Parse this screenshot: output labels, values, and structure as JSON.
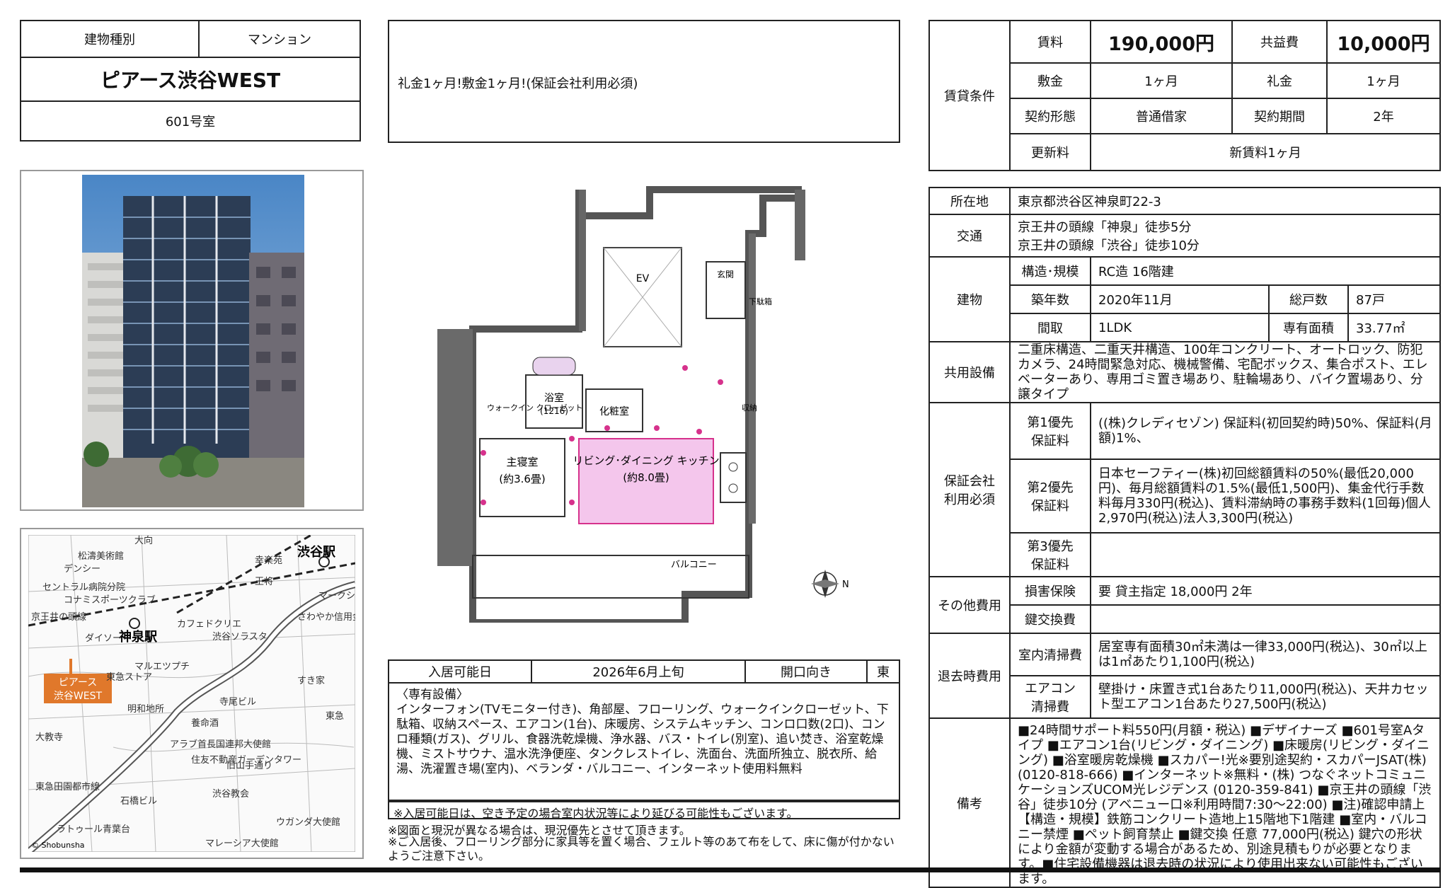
{
  "building": {
    "type_label": "建物種別",
    "type_value": "マンション",
    "name": "ピアース渋谷WEST",
    "room": "601号室"
  },
  "promo": "礼金1ヶ月!敷金1ヶ月!(保証会社利用必須)",
  "rent": {
    "section_label": "賃貸条件",
    "rent_label": "賃料",
    "rent_value": "190,000円",
    "common_label": "共益費",
    "common_value": "10,000円",
    "deposit_label": "敷金",
    "deposit_value": "1ヶ月",
    "key_label": "礼金",
    "key_value": "1ヶ月",
    "contract_type_label": "契約形態",
    "contract_type_value": "普通借家",
    "contract_period_label": "契約期間",
    "contract_period_value": "2年",
    "renewal_label": "更新料",
    "renewal_value": "新賃料1ヶ月"
  },
  "details": {
    "address_label": "所在地",
    "address_value": "東京都渋谷区神泉町22-3",
    "transport_label": "交通",
    "transport_line1": "京王井の頭線「神泉」徒歩5分",
    "transport_line2": "京王井の頭線「渋谷」徒歩10分",
    "building_label": "建物",
    "structure_label": "構造･規模",
    "structure_value": "RC造 16階建",
    "built_label": "築年数",
    "built_value": "2020年11月",
    "units_label": "総戸数",
    "units_value": "87戸",
    "layout_label": "間取",
    "layout_value": "1LDK",
    "area_label": "専有面積",
    "area_value": "33.77㎡",
    "shared_label": "共用設備",
    "shared_value": "二重床構造、二重天井構造、100年コンクリート、オートロック、防犯カメラ、24時間緊急対応、機械警備、宅配ボックス、集合ポスト、エレベーターあり、専用ゴミ置き場あり、駐輪場あり、バイク置場あり、分譲タイプ",
    "guarantee_label": "保証会社\n利用必須",
    "g1_label": "第1優先\n保証料",
    "g1_value": "((株)クレディセゾン) 保証料(初回契約時)50%、保証料(月額)1%、",
    "g2_label": "第2優先\n保証料",
    "g2_value": "日本セーフティー(株)初回総額賃料の50%(最低20,000円)、毎月総額賃料の1.5%(最低1,500円)、集金代行手数料毎月330円(税込)、賃料滞納時の事務手数料(1回毎)個人2,970円(税込)法人3,300円(税込)",
    "g3_label": "第3優先\n保証料",
    "g3_value": "",
    "other_label": "その他費用",
    "insurance_label": "損害保険",
    "insurance_value": "要 貸主指定 18,000円 2年",
    "keychange_label": "鍵交換費",
    "keychange_value": "",
    "moveout_label": "退去時費用",
    "cleaning_label": "室内清掃費",
    "cleaning_value": "居室専有面積30㎡未満は一律33,000円(税込)、30㎡以上は1㎡あたり1,100円(税込)",
    "ac_label": "エアコン\n清掃費",
    "ac_value": "壁掛け・床置き式1台あたり11,000円(税込)、天井カセット型エアコン1台あたり27,500円(税込)",
    "notes_label": "備考",
    "notes_value": "■24時間サポート料550円(月額・税込) ■デザイナーズ ■601号室Aタイプ ■エアコン1台(リビング・ダイニング) ■床暖房(リビング・ダイニング) ■浴室暖房乾燥機 ■スカパー!光※要別途契約・スカパーJSAT(株) (0120-818-666) ■インターネット※無料・(株) つなぐネットコミュニケーションズUCOM光レジデンス (0120-359-841) ■京王井の頭線「渋谷」徒歩10分 (アベニュー口※利用時間7:30～22:00) ■注)確認申請上【構造・規模】鉄筋コンクリート造地上15階地下1階建 ■室内・バルコニー禁煙 ■ペット飼育禁止 ■鍵交換 任意 77,000円(税込) 鍵穴の形状により金額が変動する場合があるため、別途見積もりが必要となります。■住宅設備機器は退去時の状況により使用出来ない可能性もございます。"
  },
  "move": {
    "date_label": "入居可能日",
    "date_value": "2026年6月上旬",
    "direction_label": "開口向き",
    "direction_value": "東"
  },
  "equipment": {
    "heading": "〈専有設備〉",
    "text": "インターフォン(TVモニター付き)、角部屋、フローリング、ウォークインクローゼット、下駄箱、収納スペース、エアコン(1台)、床暖房、システムキッチン、コンロ口数(2口)、コンロ種類(ガス)、グリル、食器洗乾燥機、浄水器、バス・トイレ(別室)、追い焚き、浴室乾燥機、ミストサウナ、温水洗浄便座、タンクレストイレ、洗面台、洗面所独立、脱衣所、給湯、洗濯置き場(室内)、ベランダ・バルコニー、インターネット使用料無料"
  },
  "footnotes": [
    "※入居可能日は、空き予定の場合室内状況等により延びる可能性もございます。",
    "※図面と現況が異なる場合は、現況優先とさせて頂きます。",
    "※ご入居後、フローリング部分に家具等を置く場合、フェルト等のあて布をして、床に傷が付かないようご注意下さい。"
  ],
  "floorplan": {
    "ev": "EV",
    "bedroom": "主寝室",
    "bedroom_size": "(約3.6畳)",
    "ldk": "リビング･ダイニング キッチン",
    "ldk_size": "(約8.0畳)",
    "bath": "浴室",
    "bath_size": "(1216)",
    "washroom": "化粧室",
    "entrance": "玄関",
    "balcony": "バルコニー",
    "closet": "ウォークイン クローゼット",
    "shoes": "下駄箱",
    "storage": "収納",
    "north": "N"
  },
  "map": {
    "station1": "渋谷駅",
    "station2": "神泉駅",
    "property_line1": "ピアース",
    "property_line2": "渋谷WEST",
    "labels": [
      "大向",
      "松濤美術館",
      "デンシー",
      "セントラル病院分院",
      "コナミスポーツクラブ",
      "京王井の頭線",
      "カフェドクリエ",
      "ダイソー",
      "マルエツプチ",
      "東急ストア",
      "明和地所",
      "養命酒",
      "アラブ首長国連邦大使館",
      "住友不動産ガーデンタワー",
      "大教寺",
      "石橋ビル",
      "渋谷教会",
      "ラトゥール青葉台",
      "マレーシア大使館",
      "東急",
      "旧山手通り",
      "渋谷ソラスタ",
      "さわやか信用金庫",
      "すき家",
      "寺尾ビル",
      "東急田園都市線",
      "ウガンダ大使館",
      "王将",
      "マークシティ",
      "幸楽苑"
    ],
    "copyright": "© Shobunsha"
  },
  "colors": {
    "line": "#222222",
    "accent_orange": "#e0782b",
    "pink": "#f4c6ec",
    "magenta": "#d6328c"
  }
}
